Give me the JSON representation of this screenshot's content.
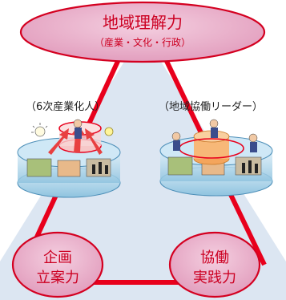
{
  "top_node": {
    "title": "地域理解力",
    "subtitle": "（産業・文化・行政）"
  },
  "left_label": "（6次産業化人）",
  "right_label": "（地域協働リーダー）",
  "bottom_left": {
    "line1": "企画",
    "line2": "立案力"
  },
  "bottom_right": {
    "line1": "協働",
    "line2": "実践力"
  },
  "colors": {
    "triangle_bg": "#dce6f2",
    "ellipse_fill": "#e6a6c3",
    "ellipse_stroke": "#d40020",
    "line": "#e8001c",
    "text_red": "#cc0022"
  }
}
